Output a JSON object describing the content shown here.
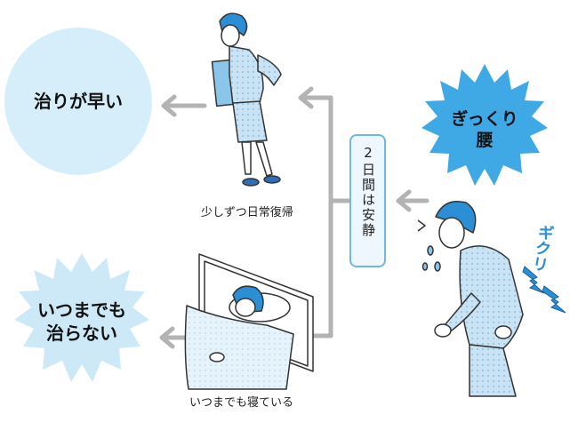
{
  "start_label": "ぎっくり\n腰",
  "rest_label": "2日間は安静",
  "outcome_good": "治りが早い",
  "outcome_bad": "いつまでも\n治らない",
  "caption_top": "少しずつ日常復帰",
  "caption_bottom": "いつまでも寝ている",
  "sound_effect": "ギクリ",
  "colors": {
    "arrow": "#b3b3b3",
    "good_circle": "#d6eef9",
    "burst": "#3fa9e6",
    "burst_light": "#cde9f8",
    "rest_border": "#6fb6e0",
    "hair": "#2c8fd6",
    "suit": "#bcdcf2"
  }
}
